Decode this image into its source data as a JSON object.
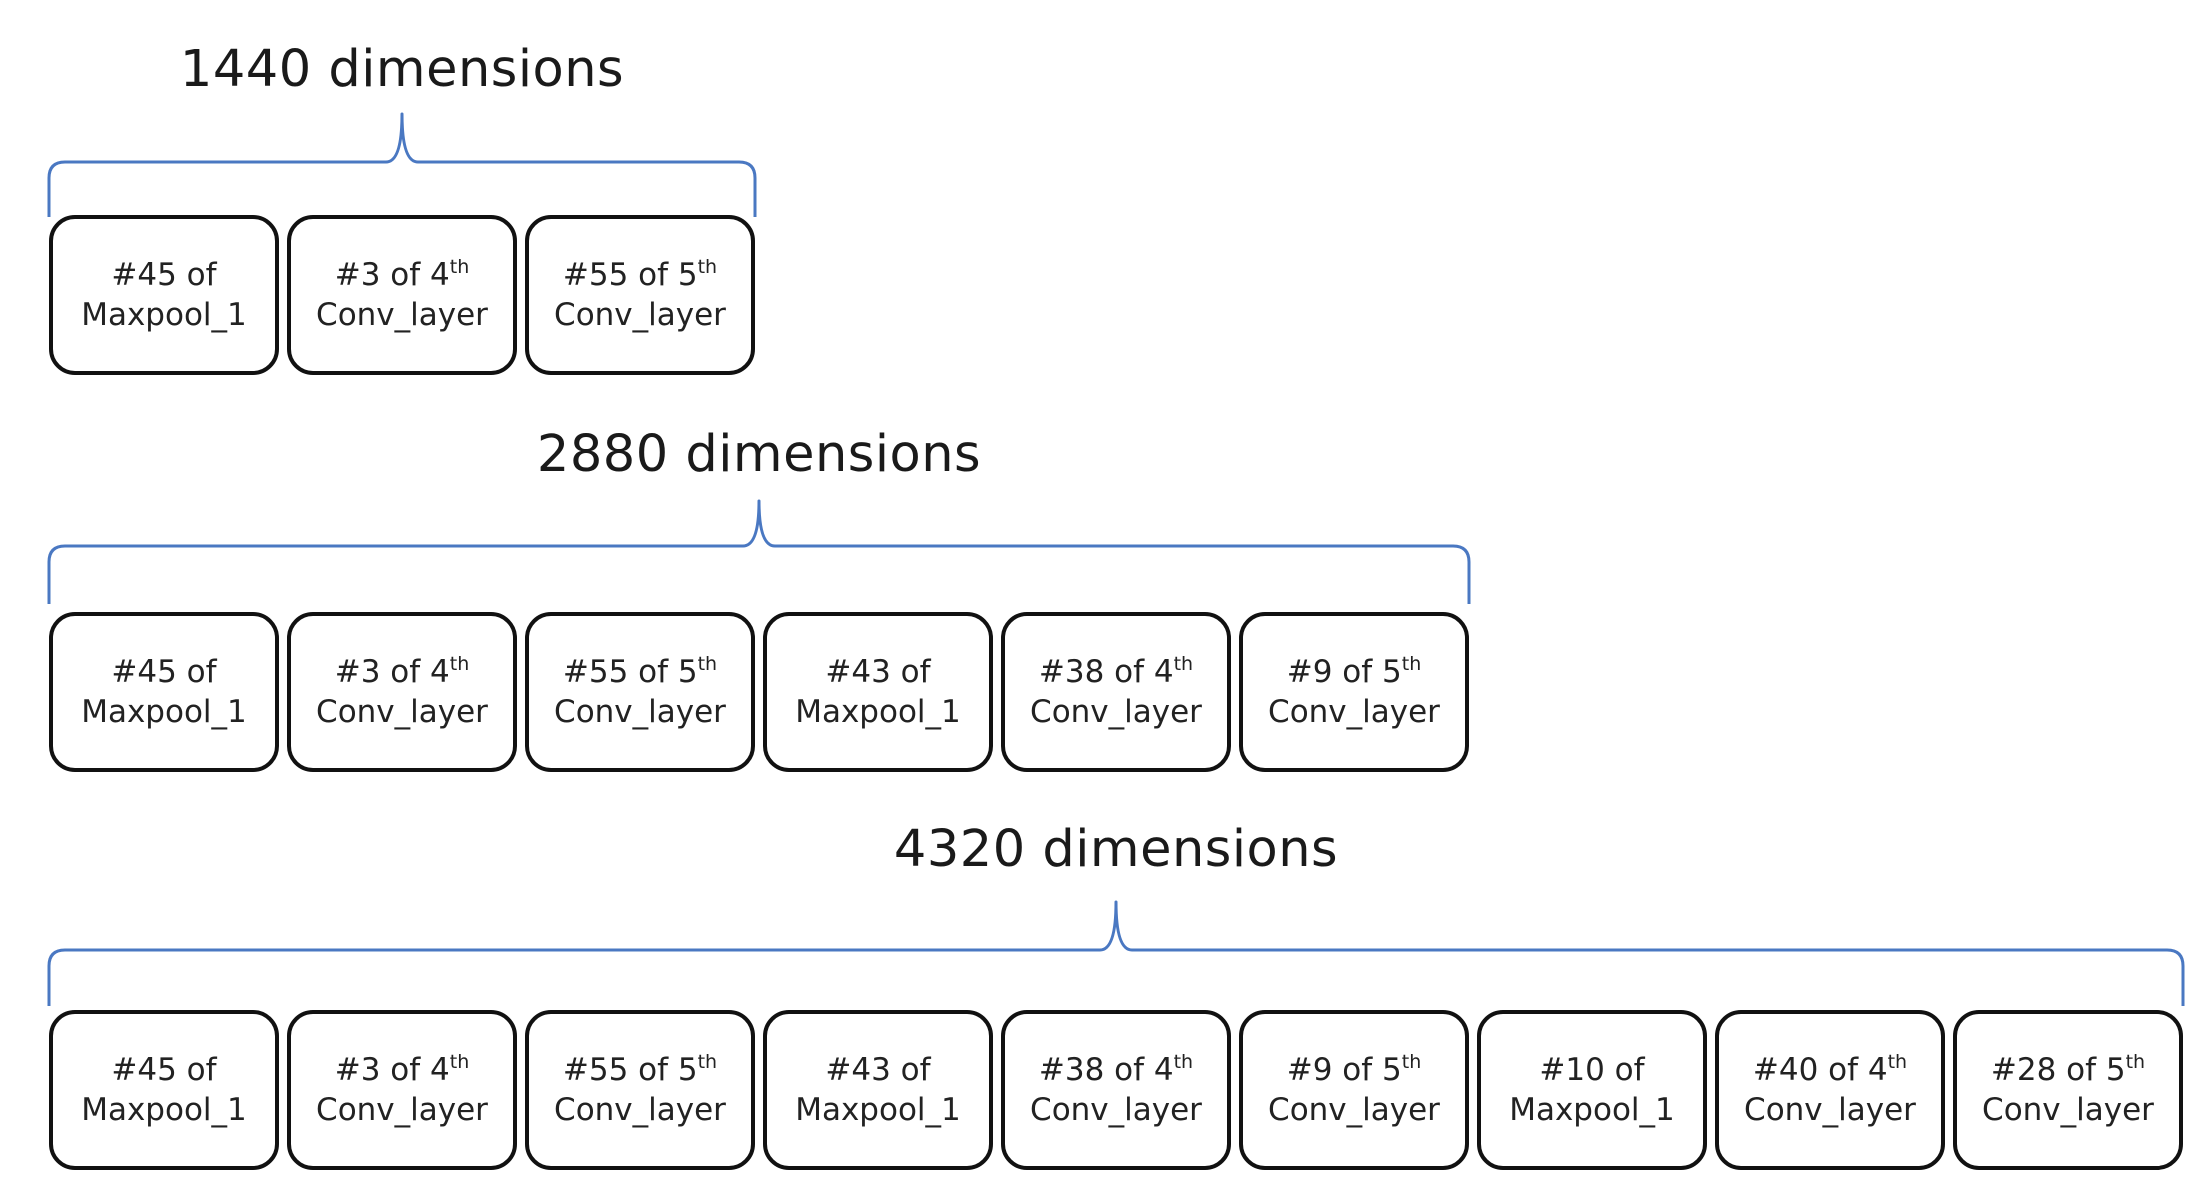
{
  "brace_color": "#4a78c2",
  "groups": [
    {
      "title": "1440  dimensions",
      "boxes": [
        {
          "line1": "#45 of",
          "sup": "",
          "line2": "Maxpool_1"
        },
        {
          "line1": "#3 of 4",
          "sup": "th",
          "line2": "Conv_layer"
        },
        {
          "line1": "#55 of 5",
          "sup": "th",
          "line2": "Conv_layer"
        }
      ]
    },
    {
      "title": "2880  dimensions",
      "boxes": [
        {
          "line1": "#45 of",
          "sup": "",
          "line2": "Maxpool_1"
        },
        {
          "line1": "#3 of 4",
          "sup": "th",
          "line2": "Conv_layer"
        },
        {
          "line1": "#55 of 5",
          "sup": "th",
          "line2": "Conv_layer"
        },
        {
          "line1": "#43 of",
          "sup": "",
          "line2": "Maxpool_1"
        },
        {
          "line1": "#38 of 4",
          "sup": "th",
          "line2": "Conv_layer"
        },
        {
          "line1": "#9 of 5",
          "sup": "th",
          "line2": "Conv_layer"
        }
      ]
    },
    {
      "title": "4320  dimensions",
      "boxes": [
        {
          "line1": "#45 of",
          "sup": "",
          "line2": "Maxpool_1"
        },
        {
          "line1": "#3 of 4",
          "sup": "th",
          "line2": "Conv_layer"
        },
        {
          "line1": "#55 of 5",
          "sup": "th",
          "line2": "Conv_layer"
        },
        {
          "line1": "#43 of",
          "sup": "",
          "line2": "Maxpool_1"
        },
        {
          "line1": "#38 of 4",
          "sup": "th",
          "line2": "Conv_layer"
        },
        {
          "line1": "#9 of 5",
          "sup": "th",
          "line2": "Conv_layer"
        },
        {
          "line1": "#10 of",
          "sup": "",
          "line2": "Maxpool_1"
        },
        {
          "line1": "#40 of 4",
          "sup": "th",
          "line2": "Conv_layer"
        },
        {
          "line1": "#28 of 5",
          "sup": "th",
          "line2": "Conv_layer"
        }
      ]
    }
  ]
}
